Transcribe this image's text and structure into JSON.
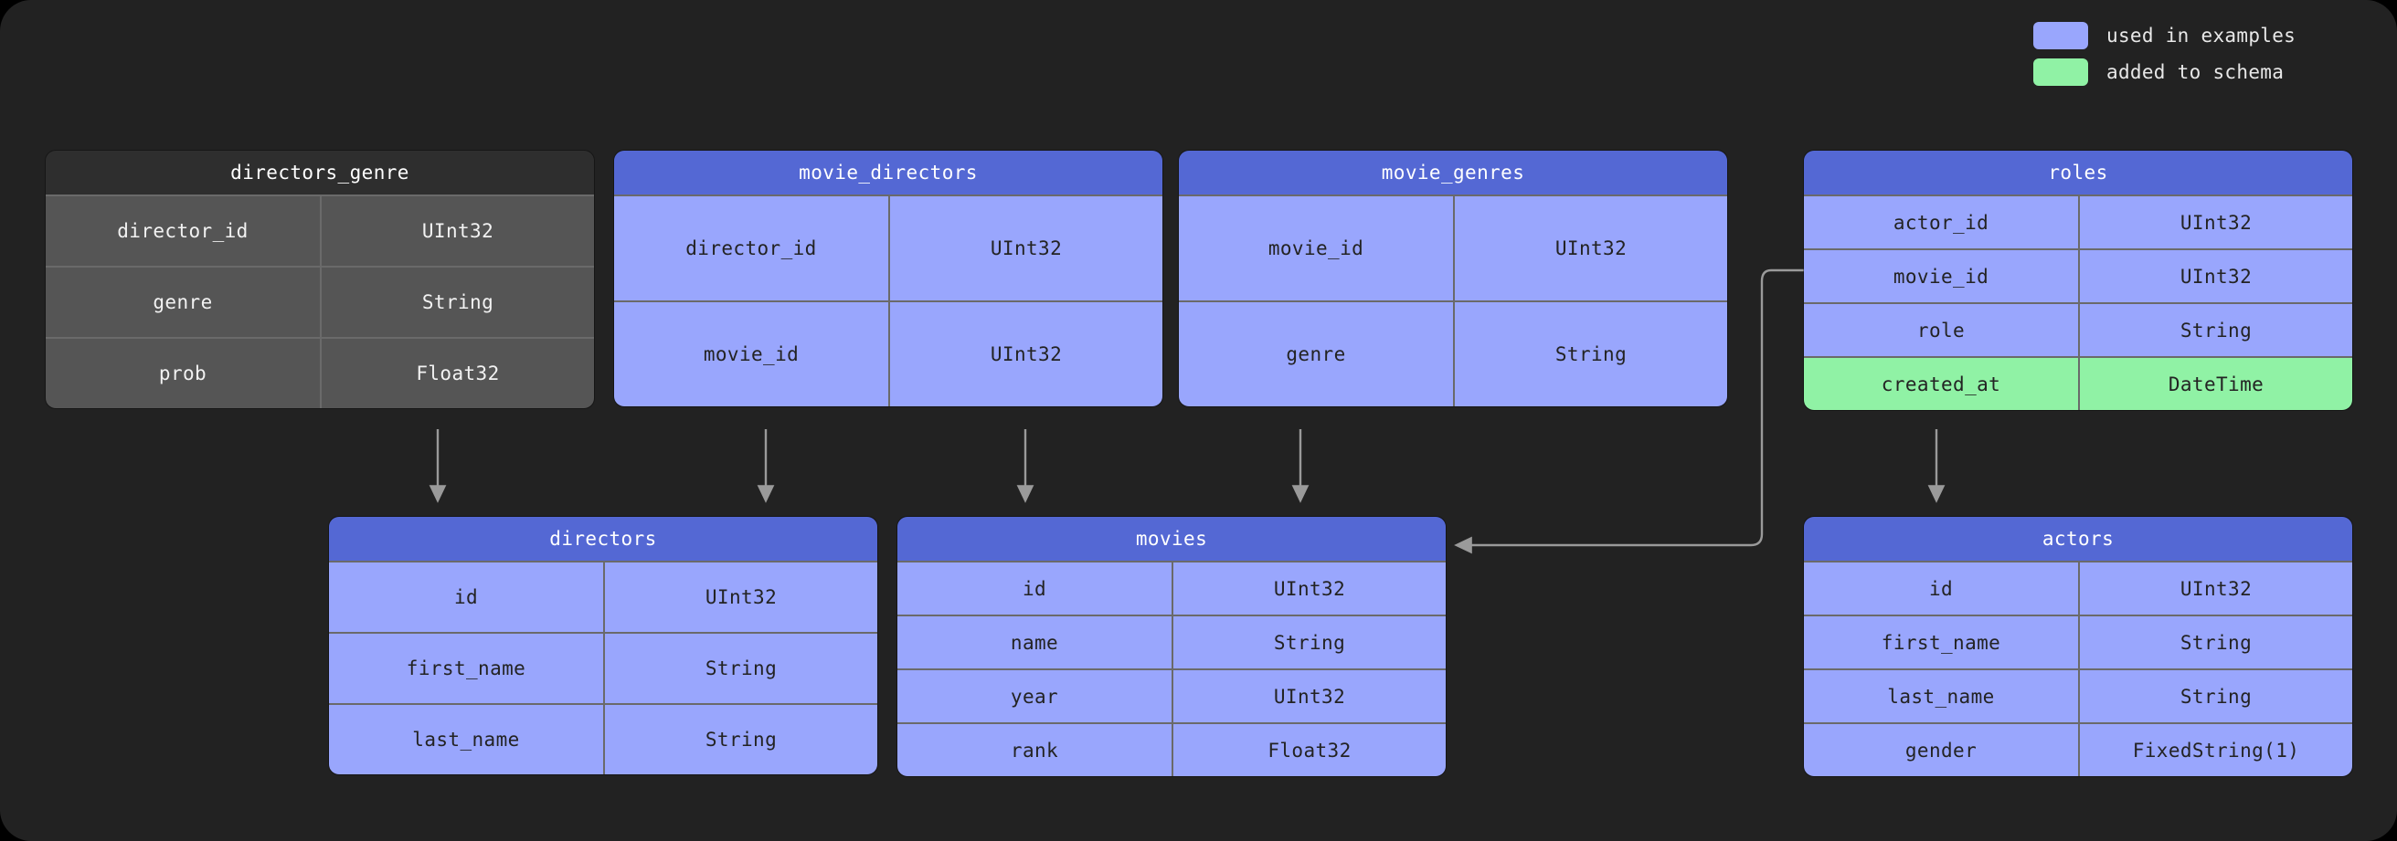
{
  "legend": {
    "items": [
      {
        "label": "used in examples",
        "color": "#99a6fd"
      },
      {
        "label": "added to schema",
        "color": "#90f2a5"
      }
    ]
  },
  "diagram": {
    "type": "entity-relationship-schema",
    "tables": [
      {
        "id": "directors_genre",
        "title": "directors_genre",
        "theme": "grey",
        "columns": [
          {
            "name": "director_id",
            "type": "UInt32",
            "state": "normal"
          },
          {
            "name": "genre",
            "type": "String",
            "state": "normal"
          },
          {
            "name": "prob",
            "type": "Float32",
            "state": "normal"
          }
        ]
      },
      {
        "id": "movie_directors",
        "title": "movie_directors",
        "theme": "blue",
        "columns": [
          {
            "name": "director_id",
            "type": "UInt32",
            "state": "normal"
          },
          {
            "name": "movie_id",
            "type": "UInt32",
            "state": "normal"
          }
        ]
      },
      {
        "id": "movie_genres",
        "title": "movie_genres",
        "theme": "blue",
        "columns": [
          {
            "name": "movie_id",
            "type": "UInt32",
            "state": "normal"
          },
          {
            "name": "genre",
            "type": "String",
            "state": "normal"
          }
        ]
      },
      {
        "id": "roles",
        "title": "roles",
        "theme": "blue",
        "columns": [
          {
            "name": "actor_id",
            "type": "UInt32",
            "state": "normal"
          },
          {
            "name": "movie_id",
            "type": "UInt32",
            "state": "normal"
          },
          {
            "name": "role",
            "type": "String",
            "state": "normal"
          },
          {
            "name": "created_at",
            "type": "DateTime",
            "state": "added"
          }
        ]
      },
      {
        "id": "directors",
        "title": "directors",
        "theme": "blue",
        "columns": [
          {
            "name": "id",
            "type": "UInt32",
            "state": "normal"
          },
          {
            "name": "first_name",
            "type": "String",
            "state": "normal"
          },
          {
            "name": "last_name",
            "type": "String",
            "state": "normal"
          }
        ]
      },
      {
        "id": "movies",
        "title": "movies",
        "theme": "blue",
        "columns": [
          {
            "name": "id",
            "type": "UInt32",
            "state": "normal"
          },
          {
            "name": "name",
            "type": "String",
            "state": "normal"
          },
          {
            "name": "year",
            "type": "UInt32",
            "state": "normal"
          },
          {
            "name": "rank",
            "type": "Float32",
            "state": "normal"
          }
        ]
      },
      {
        "id": "actors",
        "title": "actors",
        "theme": "blue",
        "columns": [
          {
            "name": "id",
            "type": "UInt32",
            "state": "normal"
          },
          {
            "name": "first_name",
            "type": "String",
            "state": "normal"
          },
          {
            "name": "last_name",
            "type": "String",
            "state": "normal"
          },
          {
            "name": "gender",
            "type": "FixedString(1)",
            "state": "normal"
          }
        ]
      }
    ],
    "relations": [
      {
        "from": "directors_genre",
        "to": "directors",
        "style": "straight-down"
      },
      {
        "from": "movie_directors",
        "to": "directors",
        "style": "straight-down"
      },
      {
        "from": "movie_directors",
        "to": "movies",
        "style": "straight-down"
      },
      {
        "from": "movie_genres",
        "to": "movies",
        "style": "straight-down"
      },
      {
        "from": "roles",
        "to": "movies",
        "style": "elbow-left"
      },
      {
        "from": "roles",
        "to": "actors",
        "style": "straight-down"
      }
    ]
  },
  "colors": {
    "canvas": "#222222",
    "header_blue": "#5468d4",
    "cell_blue": "#99a6fd",
    "cell_green": "#90f2a5",
    "header_grey": "#2e2e2e",
    "cell_grey": "#555555",
    "wire": "#9a9a9a"
  }
}
